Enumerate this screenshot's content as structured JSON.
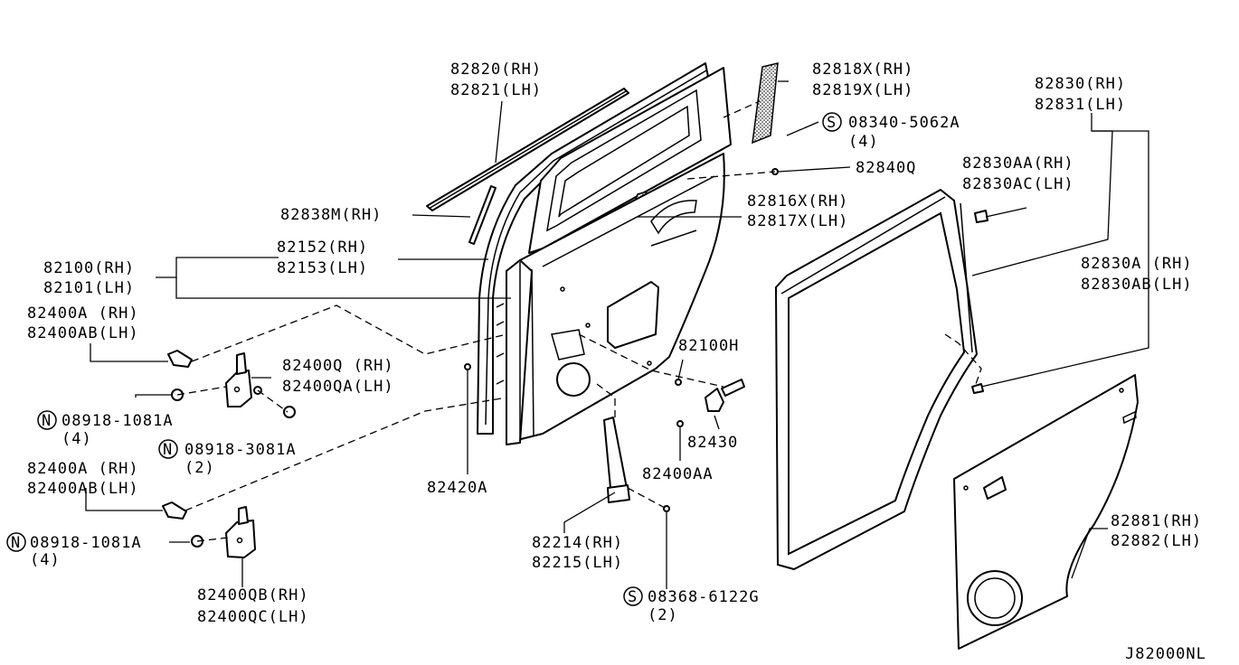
{
  "diagram_id": "J82000NL",
  "labels": {
    "p82820": "82820(RH)",
    "p82821": "82821(LH)",
    "p82818x": "82818X(RH)",
    "p82819x": "82819X(LH)",
    "s08340_letter": "S",
    "s08340": "08340-5062A",
    "s08340_qty": "(4)",
    "p82840q": "82840Q",
    "p82830": "82830(RH)",
    "p82831": "82831(LH)",
    "p82830aa": "82830AA(RH)",
    "p82830ac": "82830AC(LH)",
    "p82838m": "82838M(RH)",
    "p82816x": "82816X(RH)",
    "p82817x": "82817X(LH)",
    "p82152": "82152(RH)",
    "p82153": "82153(LH)",
    "p82100": "82100(RH)",
    "p82101": "82101(LH)",
    "p82830a": "82830A (RH)",
    "p82830ab": "82830AB(LH)",
    "p82400a_1": "82400A (RH)",
    "p82400ab_1": "82400AB(LH)",
    "p82400q": "82400Q (RH)",
    "p82400qa": "82400QA(LH)",
    "p82100h": "82100H",
    "n08918_1_letter": "N",
    "n08918_1": "08918-1081A",
    "n08918_1_qty": "(4)",
    "n08918_3_letter": "N",
    "n08918_3": "08918-3081A",
    "n08918_3_qty": "(2)",
    "p82430": "82430",
    "p82420a": "82420A",
    "p82400aa": "82400AA",
    "p82400a_2": "82400A (RH)",
    "p82400ab_2": "82400AB(LH)",
    "n08918_2_letter": "N",
    "n08918_2": "08918-1081A",
    "n08918_2_qty": "(4)",
    "p82881": "82881(RH)",
    "p82882": "82882(LH)",
    "p82214": "82214(RH)",
    "p82215": "82215(LH)",
    "p82400qb": "82400QB(RH)",
    "p82400qc": "82400QC(LH)",
    "s08368_letter": "S",
    "s08368": "08368-6122G",
    "s08368_qty": "(2)"
  }
}
